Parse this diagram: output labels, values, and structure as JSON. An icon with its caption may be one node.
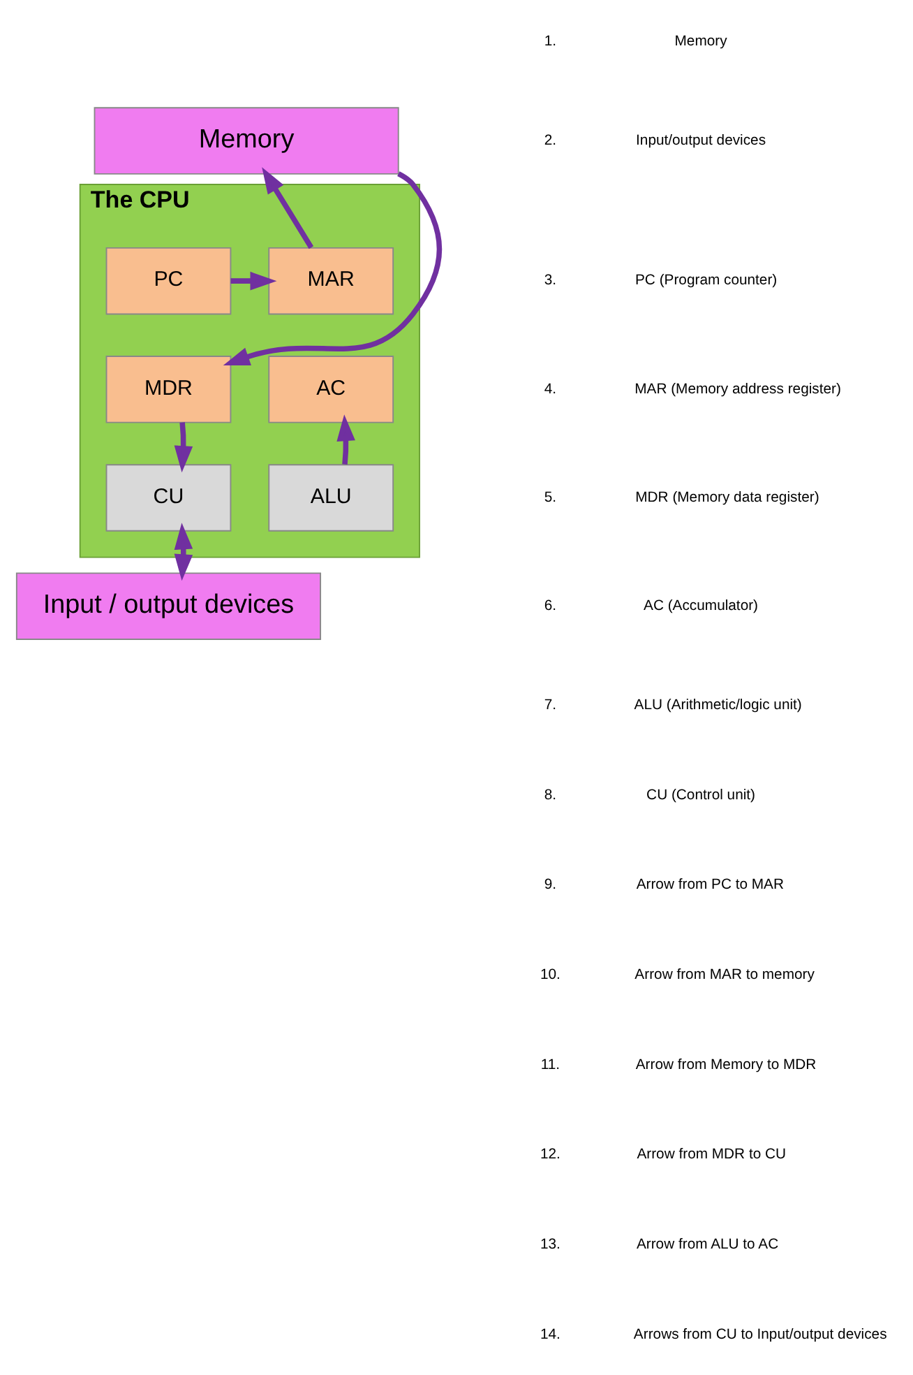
{
  "diagram": {
    "nodes": [
      {
        "text": [
          "Memory"
        ]
      },
      {
        "text": [
          "The CPU"
        ]
      },
      {
        "text": [
          "PC"
        ],
        "in": 1
      },
      {
        "text": [
          "MAR"
        ],
        "in": 1
      },
      {
        "text": [
          "MDR"
        ],
        "in": 1
      },
      {
        "text": [
          "AC"
        ],
        "in": 1
      },
      {
        "text": [
          "CU"
        ],
        "in": 1
      },
      {
        "text": [
          "ALU"
        ],
        "in": 1
      },
      {
        "text": [
          "Input / output devices"
        ]
      }
    ],
    "edges": [
      {
        "from": 2,
        "to": 3,
        "arrow": "to"
      },
      {
        "from": 3,
        "to": 0,
        "arrow": "to"
      },
      {
        "from": 0,
        "to": 4,
        "arrow": "to"
      },
      {
        "from": 4,
        "to": 6,
        "arrow": "to"
      },
      {
        "from": 7,
        "to": 5,
        "arrow": "to"
      },
      {
        "from": 6,
        "to": 8,
        "arrow": "both"
      }
    ],
    "labels": [
      "1.",
      "Memory",
      "2.",
      "Input/output devices",
      "3.",
      "PC (Program counter)",
      "4.",
      "MAR (Memory address register)",
      "5.",
      "MDR (Memory data register)",
      "6.",
      "AC (Accumulator)",
      "7.",
      "ALU (Arithmetic/logic unit)",
      "8.",
      "CU (Control unit)",
      "9.",
      "Arrow from PC to MAR",
      "10.",
      "Arrow from MAR to memory",
      "11.",
      "Arrow from Memory to MDR",
      "12.",
      "Arrow from MDR to CU",
      "13.",
      "Arrow from ALU to AC",
      "14.",
      "Arrows from CU to Input/output devices"
    ]
  }
}
